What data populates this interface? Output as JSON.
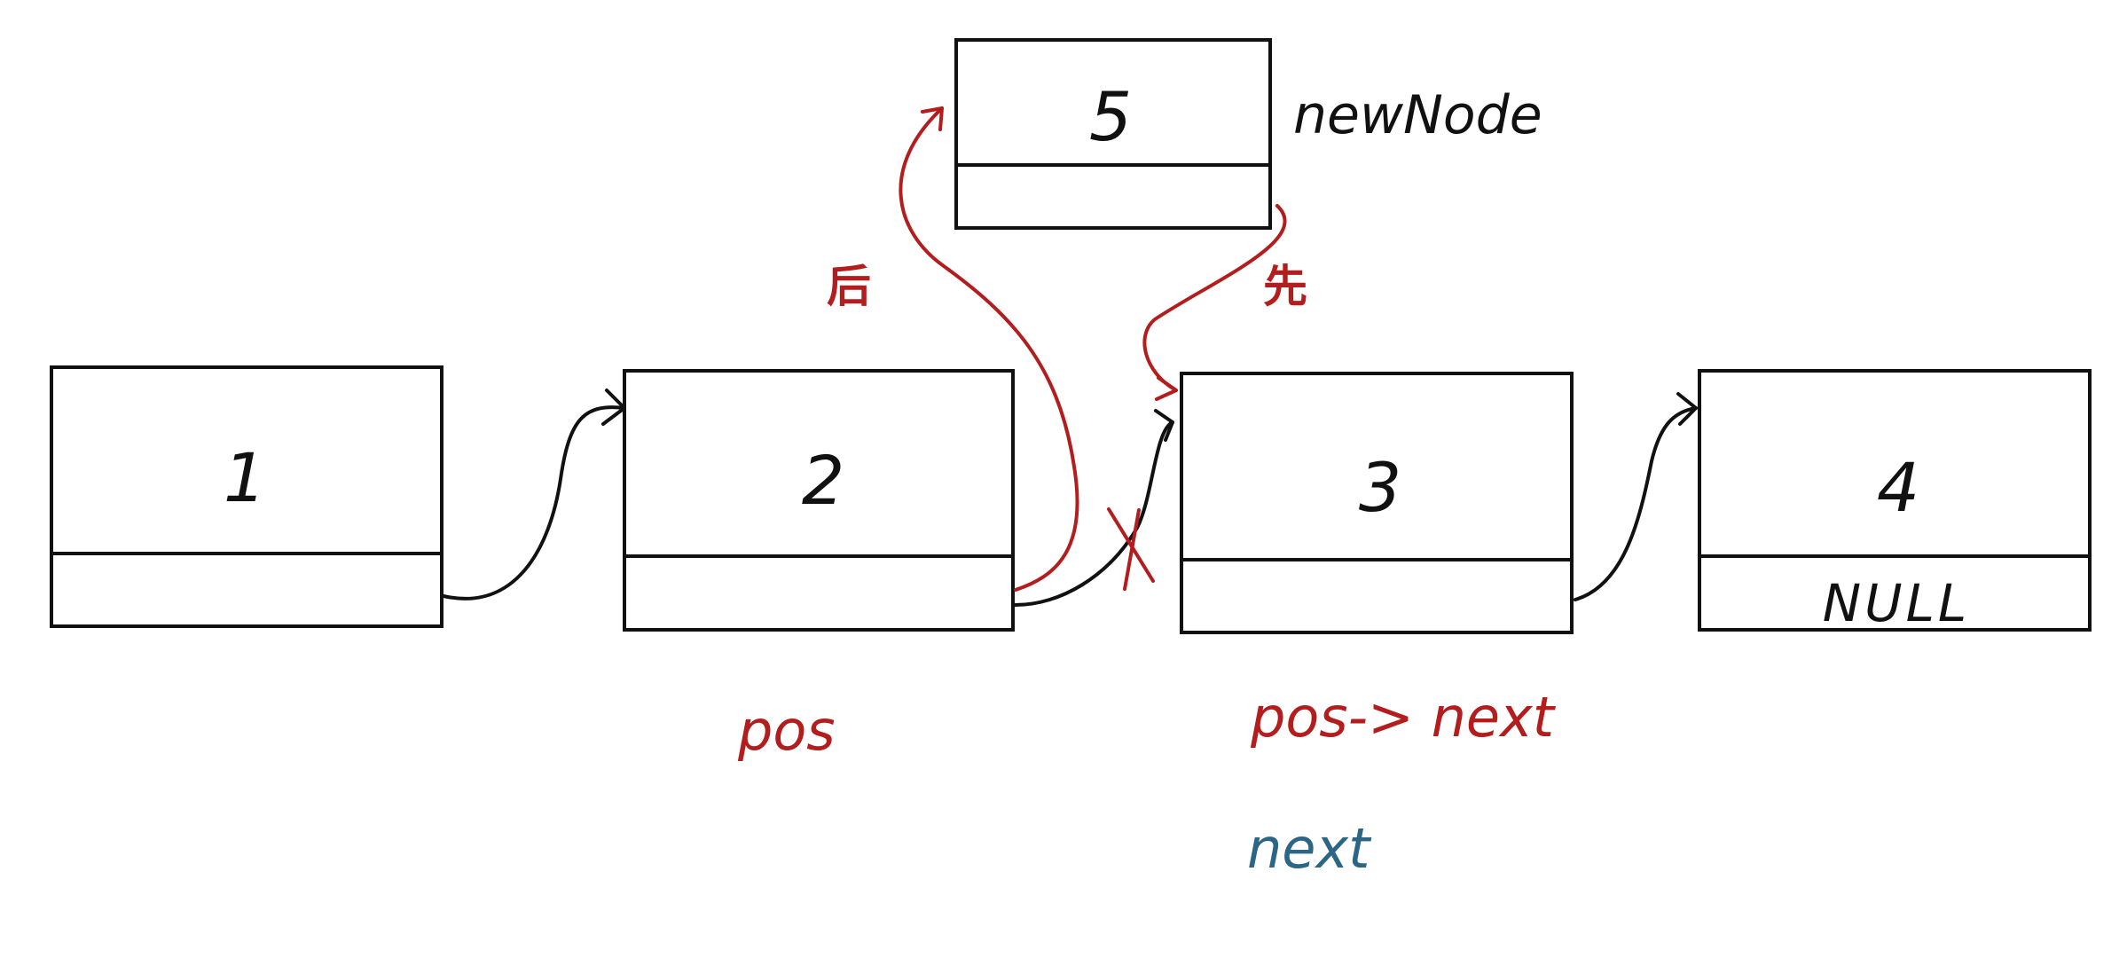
{
  "nodes": {
    "n1": {
      "value": "1",
      "next_text": ""
    },
    "n2": {
      "value": "2",
      "next_text": ""
    },
    "n3": {
      "value": "3",
      "next_text": ""
    },
    "n4": {
      "value": "4",
      "next_text": "NULL"
    },
    "n5": {
      "value": "5",
      "next_text": ""
    }
  },
  "labels": {
    "new_node": "newNode",
    "pos": "pos",
    "pos_next": "pos-> next",
    "next": "next",
    "step_after": "后",
    "step_first": "先",
    "removed_link": "X"
  },
  "colors": {
    "ink": "#111111",
    "annotation_red": "#b31d1d",
    "annotation_blue": "#2b6686"
  }
}
